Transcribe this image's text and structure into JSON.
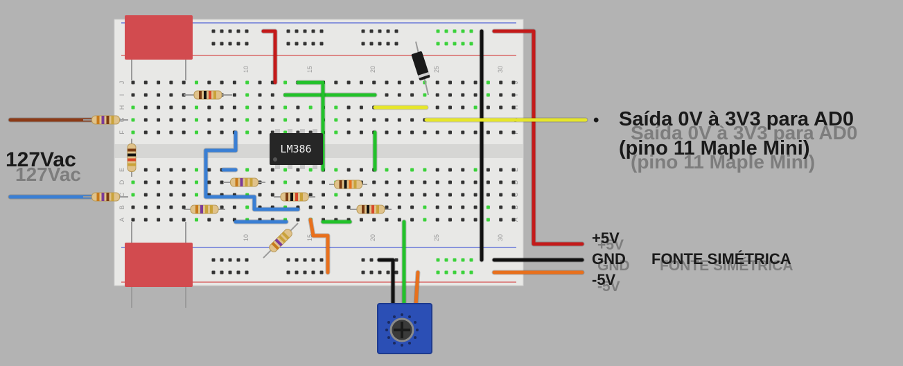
{
  "labels": {
    "input_voltage": "127Vac",
    "output_line1": "Saída 0V à 3V3 para AD0",
    "output_line2": "(pino 11 Maple Mini)",
    "output_bullet": "•",
    "supply_pos": "+5V",
    "supply_gnd": "GND",
    "supply_neg": "-5V",
    "supply_title": "FONTE SIMÉTRICA",
    "ic_name": "LM386"
  },
  "breadboard": {
    "row_letters": [
      "J",
      "I",
      "H",
      "G",
      "F",
      "E",
      "D",
      "C",
      "B",
      "A"
    ],
    "column_numbers": [
      "10",
      "15",
      "20",
      "25",
      "30"
    ]
  },
  "colors": {
    "background": "#b3b3b3",
    "board": "#e8e8e6",
    "capacitor": "#d24b4f",
    "wire_red": "#c41a1a",
    "wire_black": "#111111",
    "wire_blue": "#3a7fd4",
    "wire_green": "#22c22a",
    "wire_yellow": "#e6e62a",
    "wire_orange": "#e8701c",
    "wire_brown": "#8b3a16",
    "trimpot": "#2b4fb5"
  }
}
